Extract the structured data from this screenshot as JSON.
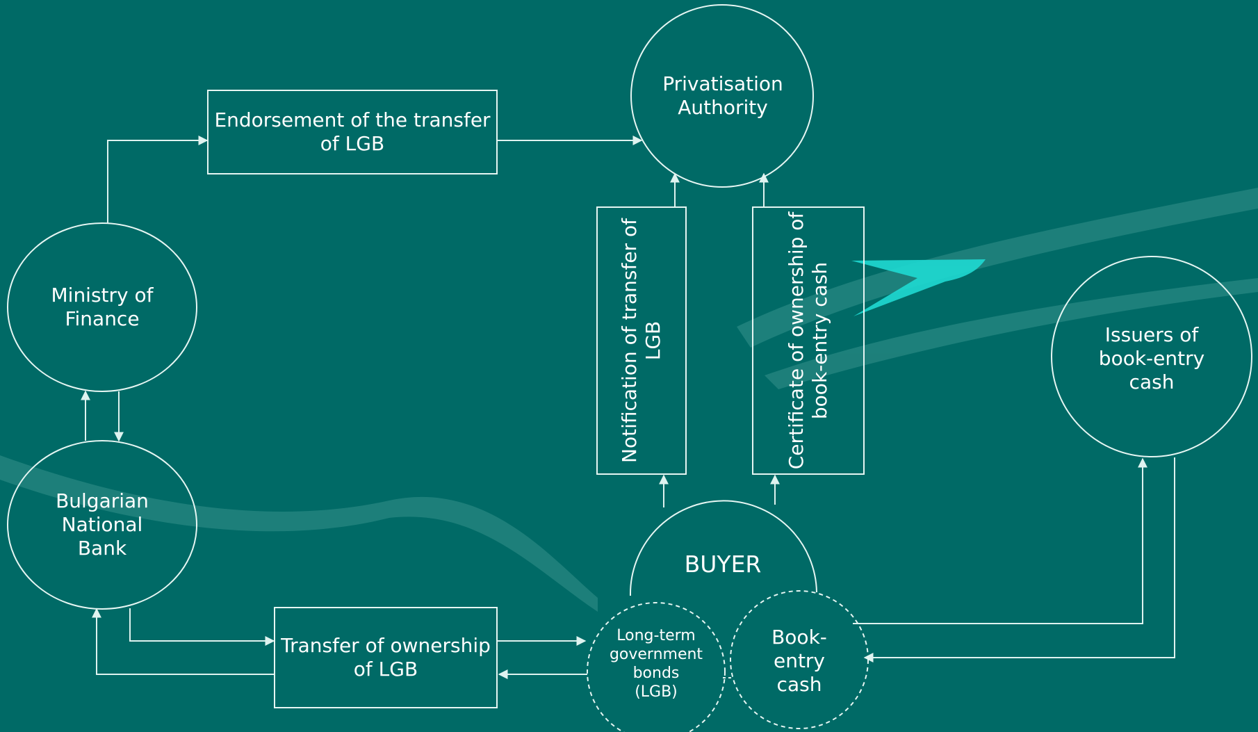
{
  "colors": {
    "background": "#006a66",
    "line": "#dff3f0",
    "accent": "#1fd9d2"
  },
  "nodes": {
    "privatisation_authority": "Privatisation\nAuthority",
    "ministry_of_finance": "Ministry of\nFinance",
    "bulgarian_national_bank": "Bulgarian\nNational\nBank",
    "buyer": "BUYER",
    "issuers": "Issuers of\nbook-entry\ncash",
    "lgb": "Long-term\ngovernment\nbonds\n(LGB)",
    "book_entry_cash": "Book-\nentry\ncash"
  },
  "boxes": {
    "endorsement": "Endorsement of the transfer\nof LGB",
    "transfer": "Transfer of ownership\nof LGB",
    "notification": "Notification of transfer of\nLGB",
    "certificate": "Certificate of ownership of\nbook-entry cash"
  }
}
